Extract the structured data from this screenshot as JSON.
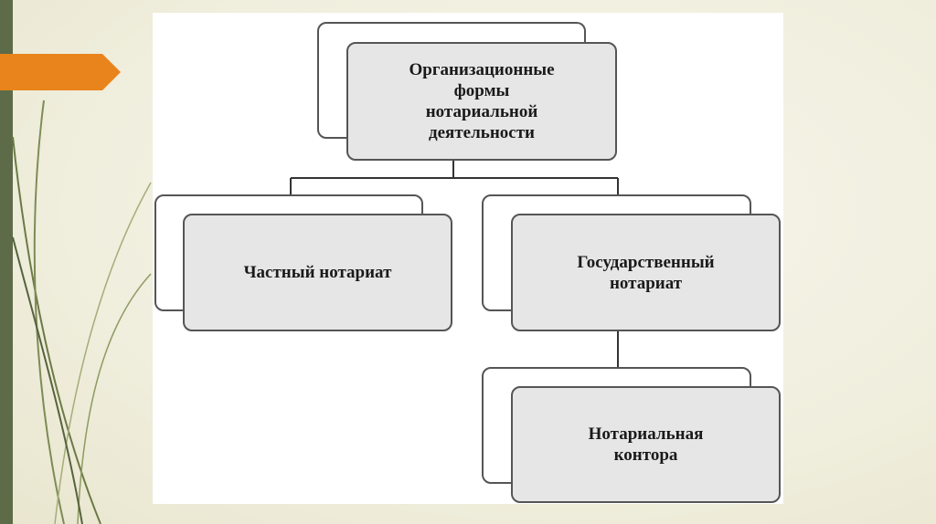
{
  "diagram": {
    "root": {
      "lines": [
        "Организационные",
        "формы",
        "нотариальной",
        "деятельности"
      ]
    },
    "private": {
      "lines": [
        "Частный нотариат"
      ]
    },
    "state": {
      "lines": [
        "Государственный",
        "нотариат"
      ]
    },
    "office": {
      "lines": [
        "Нотариальная",
        "контора"
      ]
    }
  },
  "colors": {
    "background": "#f0eedd",
    "accent_tab": "#e8841b",
    "left_bar": "#5d6b48",
    "box_fill": "#e6e6e6",
    "box_border": "#555555"
  }
}
